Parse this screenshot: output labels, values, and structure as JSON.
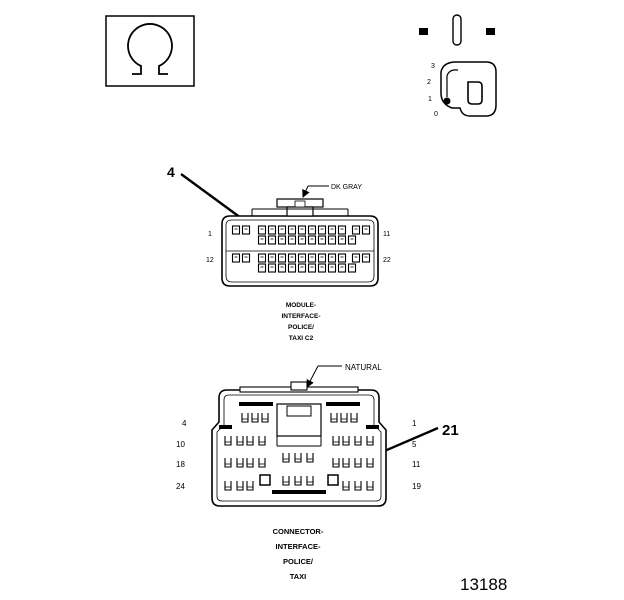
{
  "ignition": {
    "positions": [
      "3",
      "2",
      "1",
      "0"
    ]
  },
  "upper_connector": {
    "callout_number": "4",
    "color_label": "DK GRAY",
    "pin_left_top": "1",
    "pin_left_bottom": "12",
    "pin_right_top": "11",
    "pin_right_bottom": "22",
    "caption": [
      "MODULE-",
      "INTERFACE-",
      "POLICE/",
      "TAXI C2"
    ]
  },
  "lower_connector": {
    "callout_number": "21",
    "color_label": "NATURAL",
    "pin_left": [
      "4",
      "10",
      "18",
      "24"
    ],
    "pin_right": [
      "1",
      "5",
      "11",
      "19"
    ],
    "caption": [
      "CONNECTOR-",
      "INTERFACE-",
      "POLICE/",
      "TAXI"
    ]
  },
  "figure_number": "13188"
}
